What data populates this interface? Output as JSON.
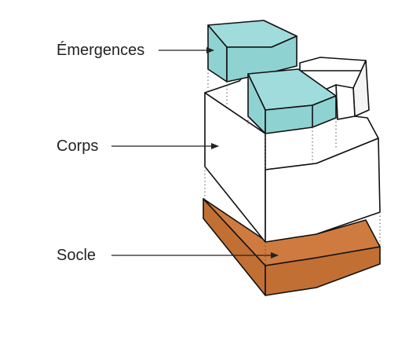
{
  "labels": {
    "emergences": "Émergences",
    "corps": "Corps",
    "socle": "Socle"
  },
  "colors": {
    "emergences_top": "#a0dcdc",
    "emergences_side": "#8fd2d2",
    "corps_face": "#ffffff",
    "corps_shade": "#f4f4f4",
    "socle_top": "#cf7b3f",
    "socle_side": "#c26f34",
    "outline": "#111111"
  }
}
